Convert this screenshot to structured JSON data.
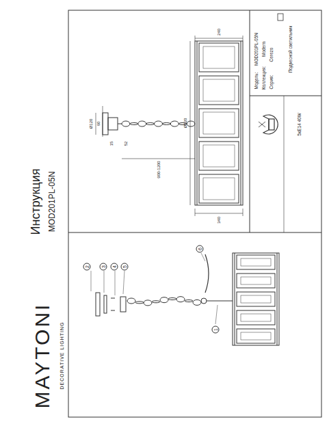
{
  "diagram": {
    "labels": [
      "MAYTONI",
      "DECORATIVE LIGHTING",
      "Инструкция",
      "MOD201PL-05N",
      "2",
      "3",
      "4",
      "5",
      "6",
      "1",
      "Ø120",
      "60",
      "15",
      "52",
      "900-1200",
      "340",
      "240",
      "Ø520",
      "Модель:",
      "MOD201PL-05N",
      "Коллекция:",
      "Modern",
      "Серия:",
      "Cerezo",
      "Подвесной светильник",
      "5хE14 40W"
    ]
  }
}
